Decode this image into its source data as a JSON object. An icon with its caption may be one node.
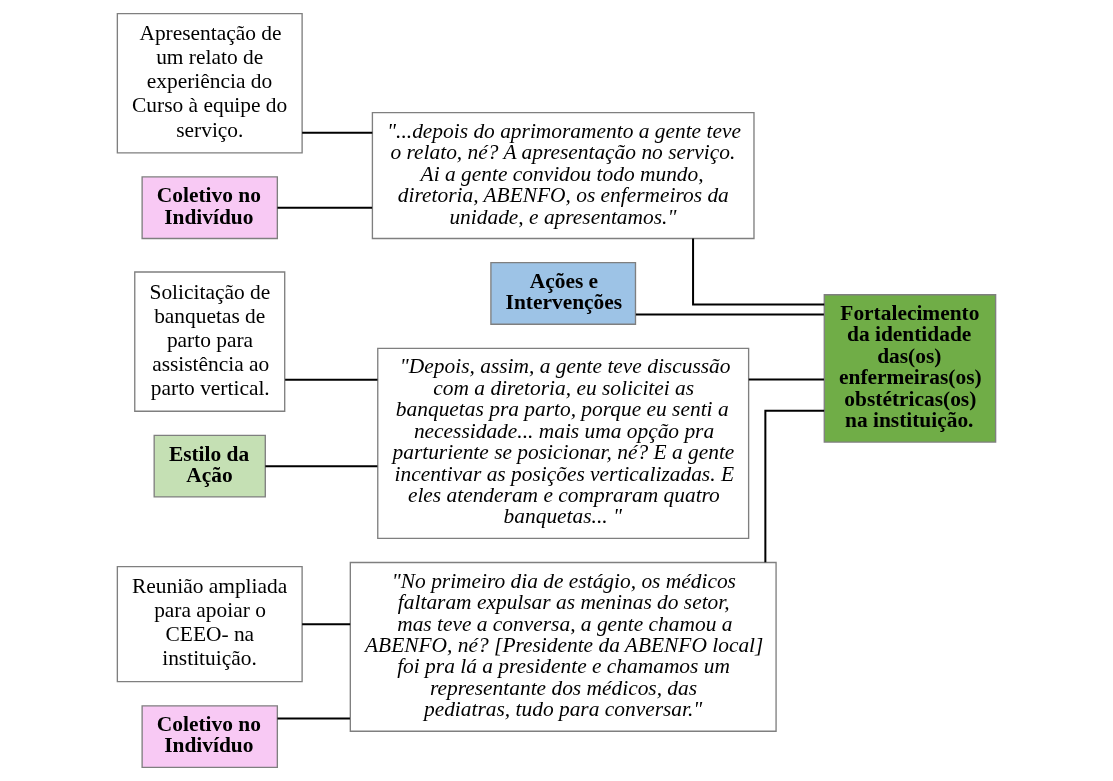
{
  "diagram": {
    "nodes": [
      {
        "text": [
          "Apresentação de um relato de experiência do Curso à equipe do serviço."
        ]
      },
      {
        "text": [
          "\"...depois do aprimoramento a gente teve o relato, né? A apresentação no serviço. Ai a gente convidou todo mundo, diretoria, ABENFO, os enfermeiros da unidade, e apresentamos.\""
        ]
      },
      {
        "text": [
          "Coletivo no Indivíduo"
        ]
      },
      {
        "text": [
          "Ações e Intervenções"
        ]
      },
      {
        "text": [
          "Fortalecimento da identidade das(os) enfermeiras(os) obstétricas(os) na instituição."
        ]
      },
      {
        "text": [
          "Solicitação de banquetas de parto para assistência ao parto vertical."
        ]
      },
      {
        "text": [
          "\"Depois, assim, a gente teve discussão com a diretoria, eu solicitei as banquetas pra parto, porque eu senti a necessidade... mais uma opção pra parturiente se posicionar, né? E a gente incentivar as posições verticalizadas. E eles atenderam e compraram quatro banquetas... \""
        ]
      },
      {
        "text": [
          "Estilo da Ação"
        ]
      },
      {
        "text": [
          "Reunião ampliada para apoiar o CEEO- na instituição."
        ]
      },
      {
        "text": [
          "\"No primeiro dia de estágio, os médicos faltaram expulsar as meninas do setor, mas teve a conversa, a gente chamou a ABENFO, né? [Presidente da ABENFO local] foi pra lá a presidente e chamamos um representante dos médicos, das pediatras, tudo para conversar.\""
        ]
      },
      {
        "text": [
          "Coletivo no Indivíduo"
        ]
      }
    ],
    "edges": [
      {
        "from": 0,
        "to": 1,
        "arrow": "none"
      },
      {
        "from": 2,
        "to": 1,
        "arrow": "none"
      },
      {
        "from": 5,
        "to": 6,
        "arrow": "none"
      },
      {
        "from": 7,
        "to": 6,
        "arrow": "none"
      },
      {
        "from": 8,
        "to": 9,
        "arrow": "none"
      },
      {
        "from": 10,
        "to": 9,
        "arrow": "none"
      },
      {
        "from": 1,
        "to": 4,
        "arrow": "none"
      },
      {
        "from": 6,
        "to": 4,
        "arrow": "none"
      },
      {
        "from": 9,
        "to": 4,
        "arrow": "none"
      },
      {
        "from": 3,
        "to": 4,
        "arrow": "none"
      }
    ]
  }
}
